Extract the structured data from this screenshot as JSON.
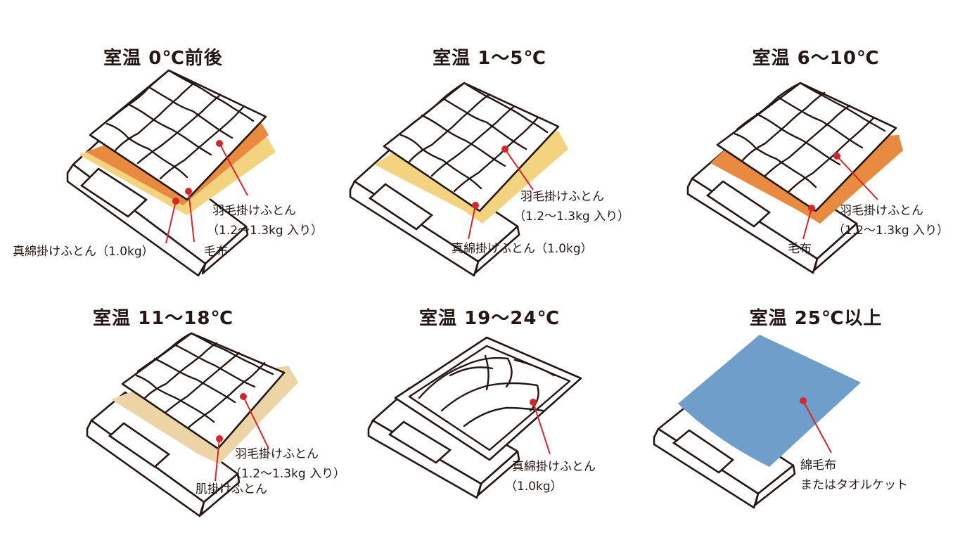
{
  "colors": {
    "cotton_quilt": "#f3d37f",
    "blanket": "#e88a3f",
    "thin_quilt": "#ecd4a6",
    "towel": "#6f9ecb",
    "leader": "#d7262b",
    "line": "#231815"
  },
  "panels": [
    {
      "title": "室温 0℃前後",
      "labels": [
        "羽毛掛けふとん",
        "（1.2〜1.3kg 入り）",
        "真綿掛けふとん（1.0kg）",
        "毛布"
      ]
    },
    {
      "title": "室温 1〜5℃",
      "labels": [
        "羽毛掛けふとん",
        "（1.2〜1.3kg 入り）",
        "真綿掛けふとん（1.0kg）"
      ]
    },
    {
      "title": "室温 6〜10℃",
      "labels": [
        "羽毛掛けふとん",
        "（1.2〜1.3kg 入り）",
        "毛布"
      ]
    },
    {
      "title": "室温 11〜18℃",
      "labels": [
        "羽毛掛けふとん",
        "（1.2〜1.3kg 入り）",
        "肌掛けふとん"
      ]
    },
    {
      "title": "室温 19〜24℃",
      "labels": [
        "真綿掛けふとん",
        "（1.0kg）"
      ]
    },
    {
      "title": "室温 25℃以上",
      "labels": [
        "綿毛布",
        "またはタオルケット"
      ]
    }
  ]
}
